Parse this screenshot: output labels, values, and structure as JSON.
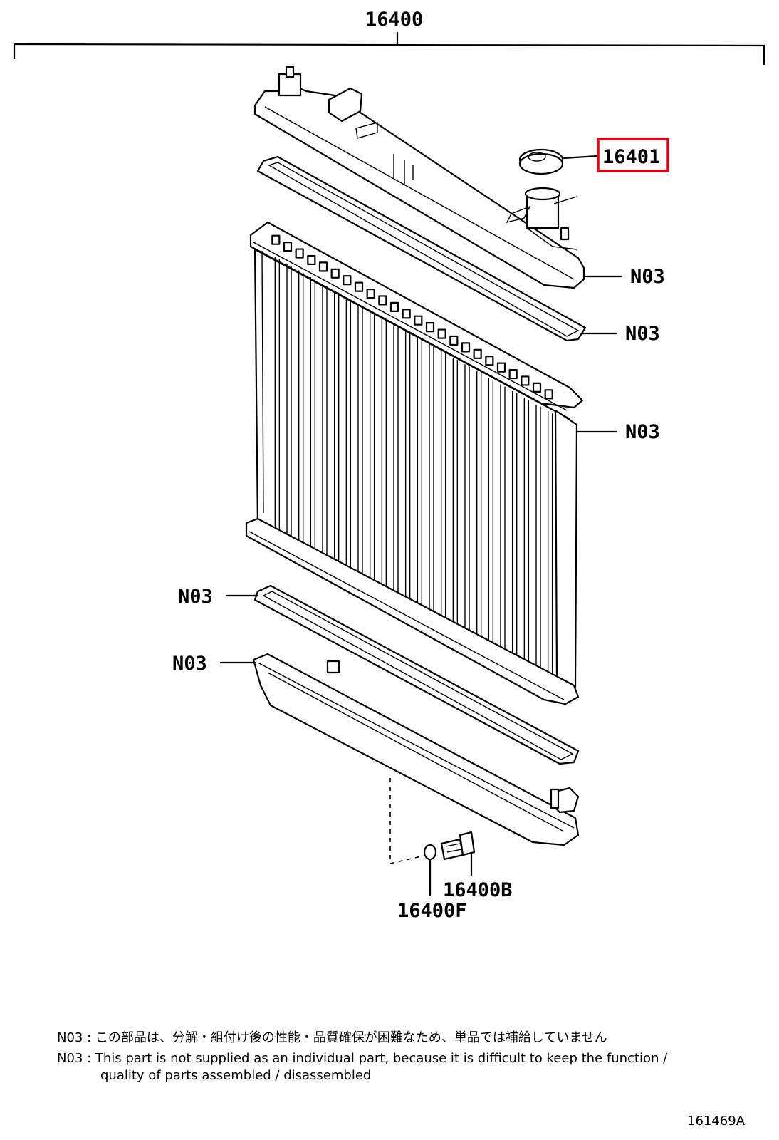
{
  "labels": {
    "assembly": "16400",
    "cap": "16401",
    "n03_top_tank": "N03",
    "n03_top_gasket": "N03",
    "n03_core": "N03",
    "n03_bottom_gasket": "N03",
    "n03_bottom_tank": "N03",
    "drain_cock": "16400B",
    "drain_oring": "16400F"
  },
  "highlight_color": "#e8000d",
  "notes": {
    "jp_code": "N03",
    "jp_text": ": この部品は、分解・組付け後の性能・品質確保が困難なため、単品では補給していません",
    "en_code": "N03",
    "en_text_line1": ": This part is not supplied as an individual part, because it is difficult to keep the function /",
    "en_text_line2": "quality of parts assembled / disassembled"
  },
  "figure_id": "161469A"
}
